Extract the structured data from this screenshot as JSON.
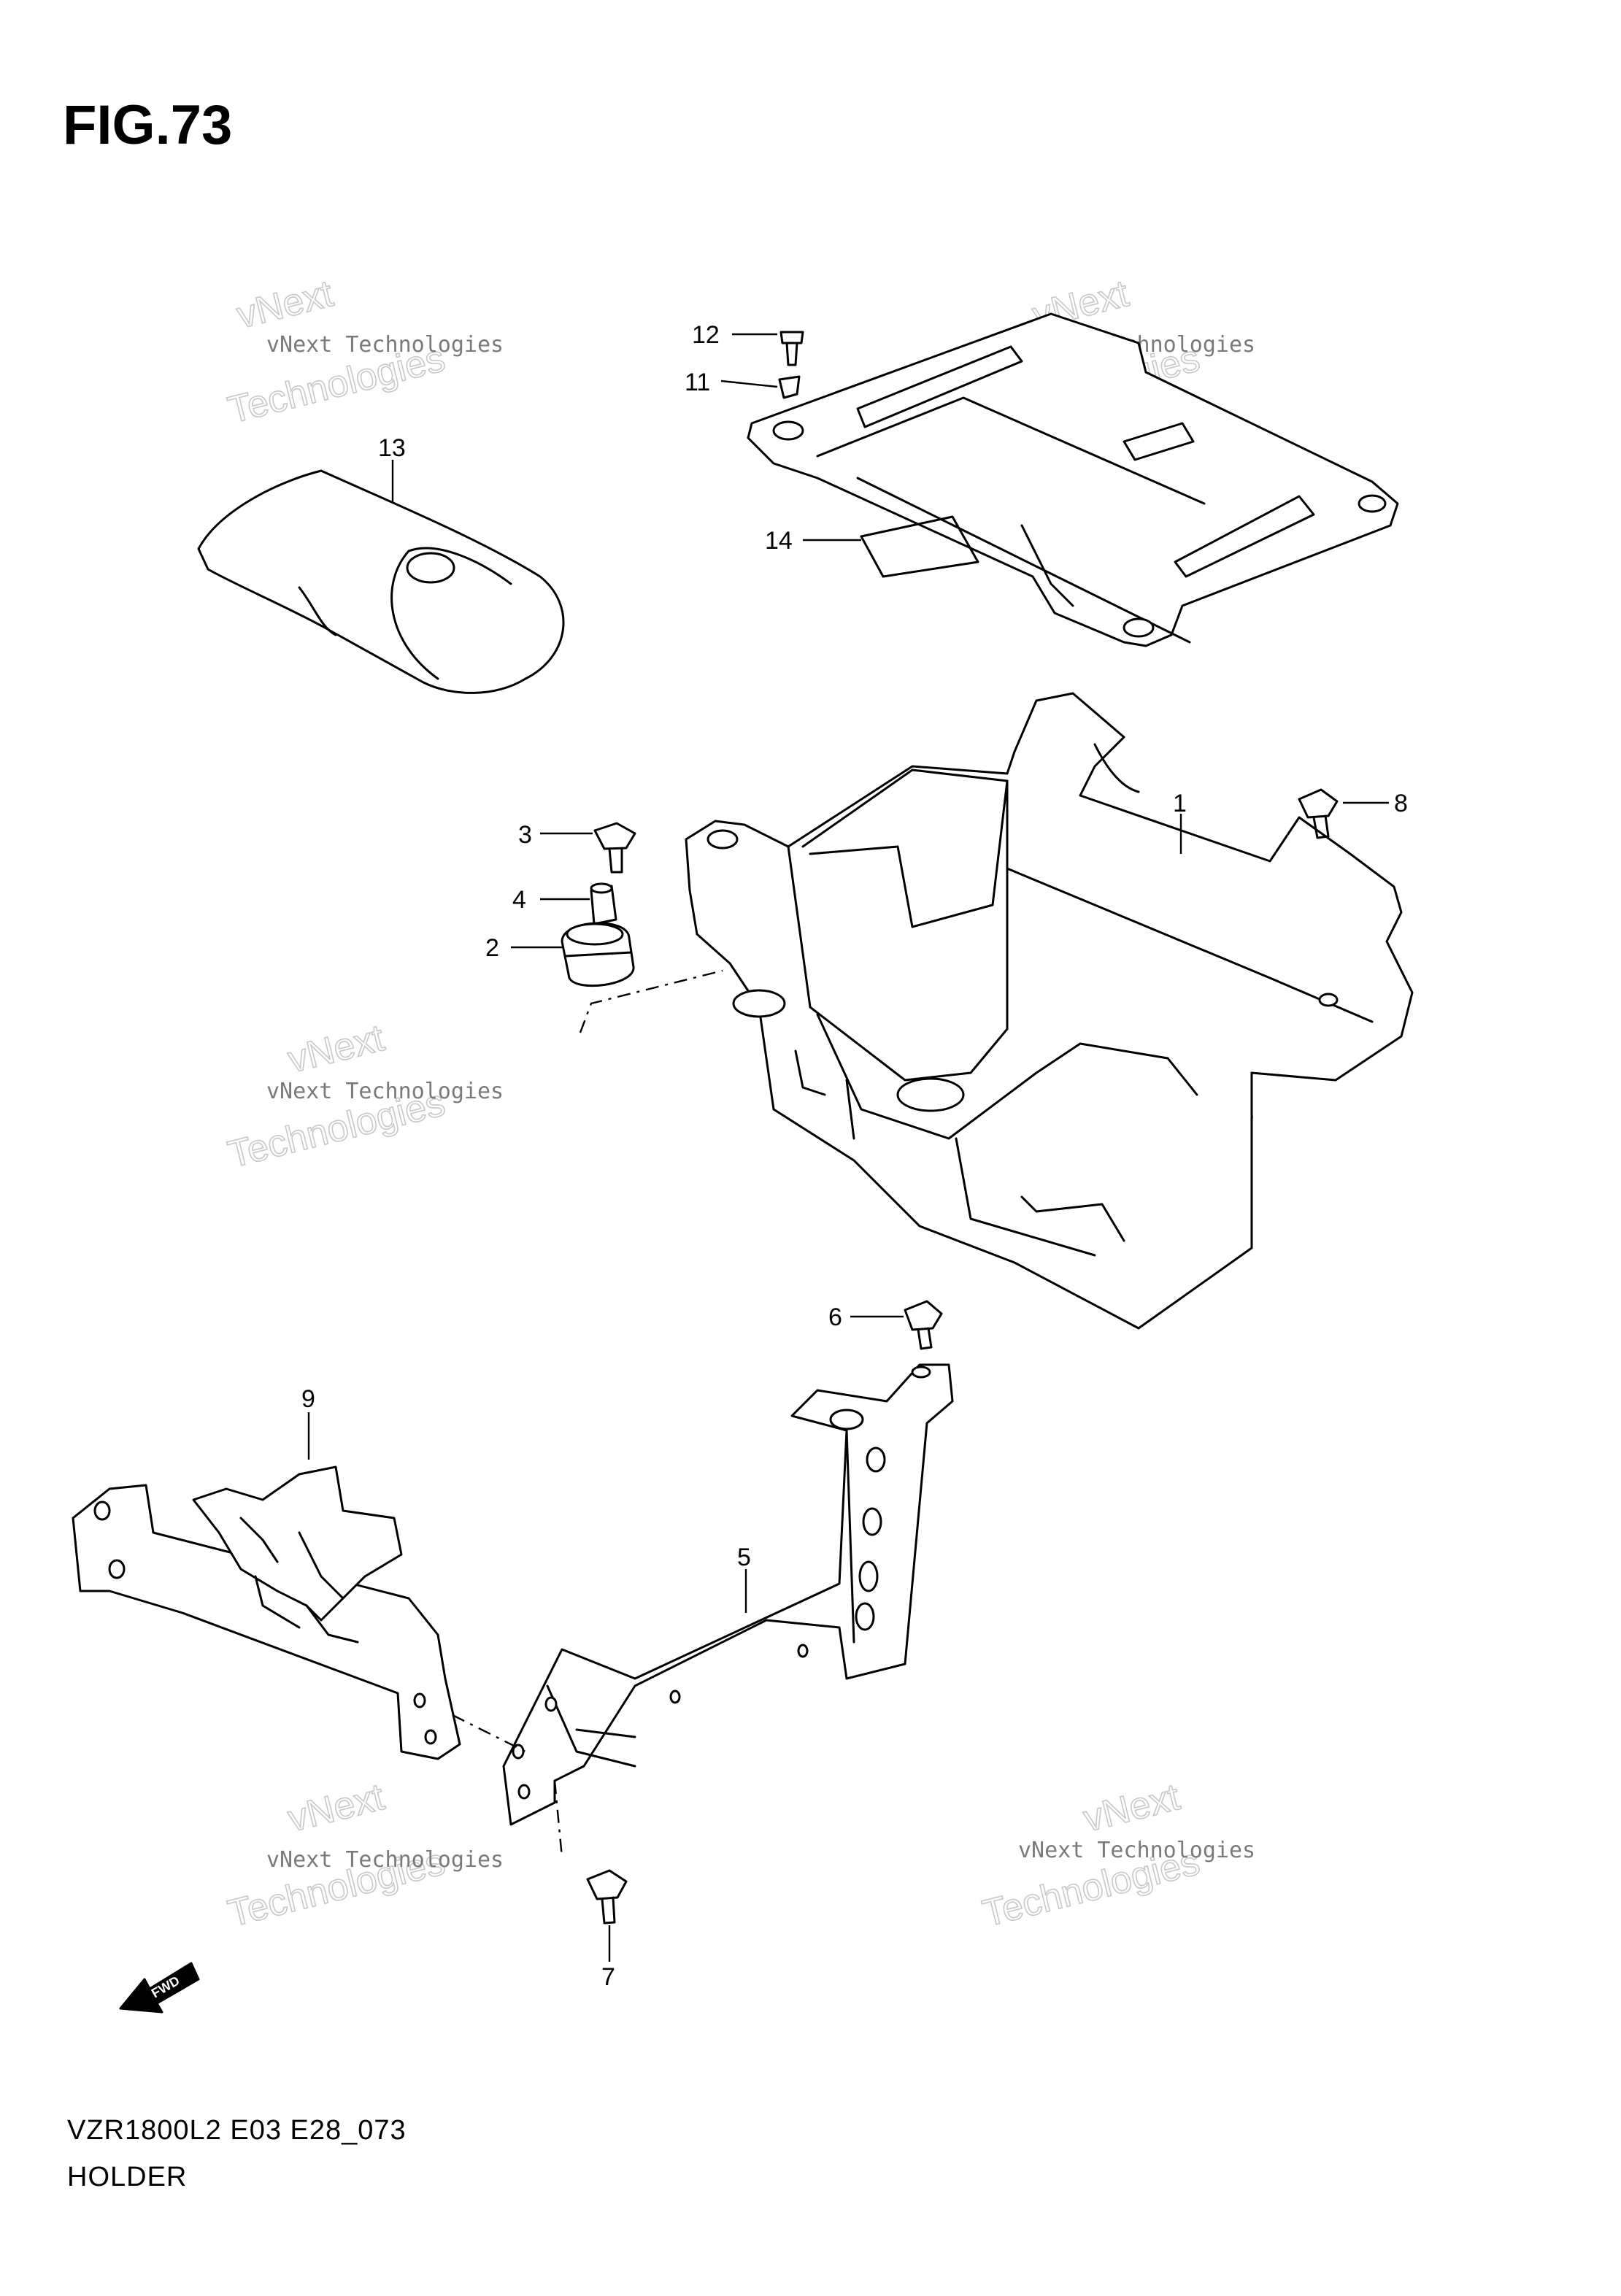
{
  "figure": {
    "title": "FIG.73"
  },
  "footer": {
    "model_code": "VZR1800L2 E03 E28_073",
    "section_name": "HOLDER"
  },
  "callouts": {
    "c1": "1",
    "c2": "2",
    "c3": "3",
    "c4": "4",
    "c5": "5",
    "c6": "6",
    "c7": "7",
    "c8": "8",
    "c9": "9",
    "c11": "11",
    "c12": "12",
    "c13": "13",
    "c14": "14"
  },
  "watermark": {
    "line1": "vNext Technologies",
    "line2": "Technologies",
    "line3": "vNext"
  },
  "fwd_label": "FWD"
}
